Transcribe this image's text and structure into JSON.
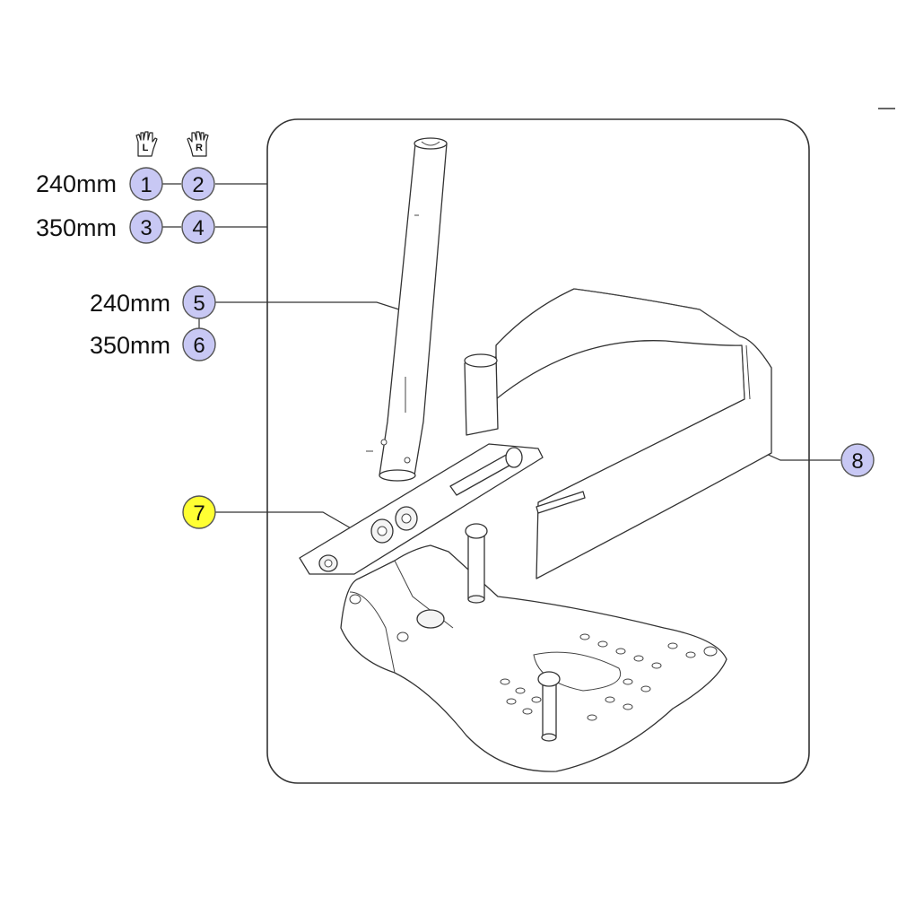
{
  "hands": {
    "left": {
      "letter": "L",
      "icon": "left-hand-icon"
    },
    "right": {
      "letter": "R",
      "icon": "right-hand-icon"
    }
  },
  "sizes": {
    "row1": "240mm",
    "row2": "350mm",
    "row3": "240mm",
    "row4": "350mm"
  },
  "callouts": {
    "c1": "1",
    "c2": "2",
    "c3": "3",
    "c4": "4",
    "c5": "5",
    "c6": "6",
    "c7": "7",
    "c8": "8"
  },
  "colors": {
    "callout_fill": "#c8c8f4",
    "highlight_fill": "#ffff33",
    "callout_stroke": "#555555"
  }
}
